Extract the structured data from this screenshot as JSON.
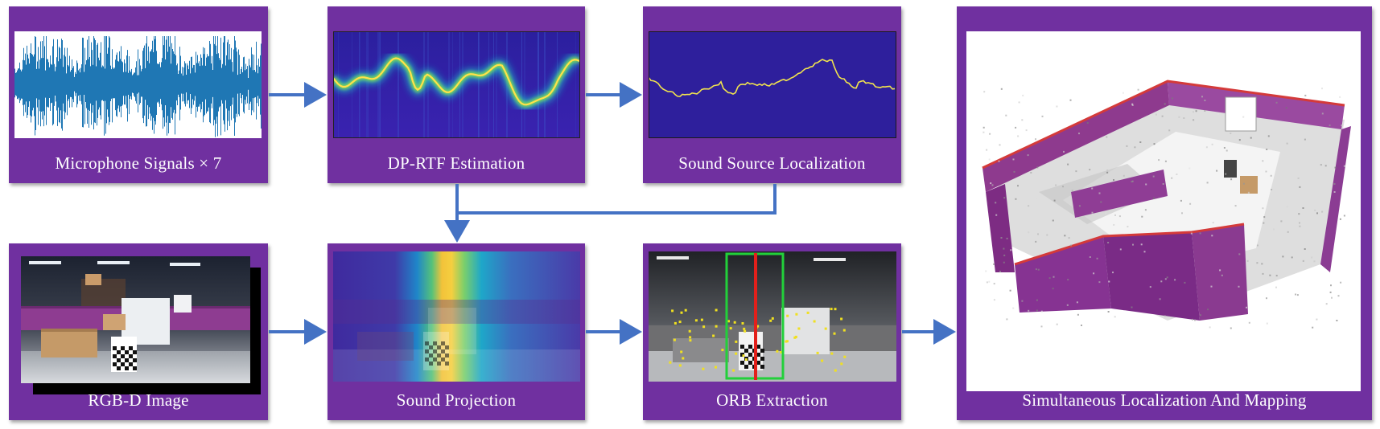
{
  "colors": {
    "panel": "#7030a0",
    "arrow": "#4472c4",
    "label_text": "#ffffff",
    "parula_bg": "#3a22a8",
    "waveform": "#1f77b4"
  },
  "panels": {
    "mic": {
      "label": "Microphone Signals × 7"
    },
    "dprtf": {
      "label": "DP-RTF Estimation"
    },
    "ssl": {
      "label": "Sound Source Localization"
    },
    "rgbd": {
      "label": "RGB-D Image"
    },
    "projection": {
      "label": "Sound Projection"
    },
    "orb": {
      "label": "ORB Extraction"
    },
    "slam": {
      "label": "Simultaneous Localization And Mapping"
    }
  }
}
